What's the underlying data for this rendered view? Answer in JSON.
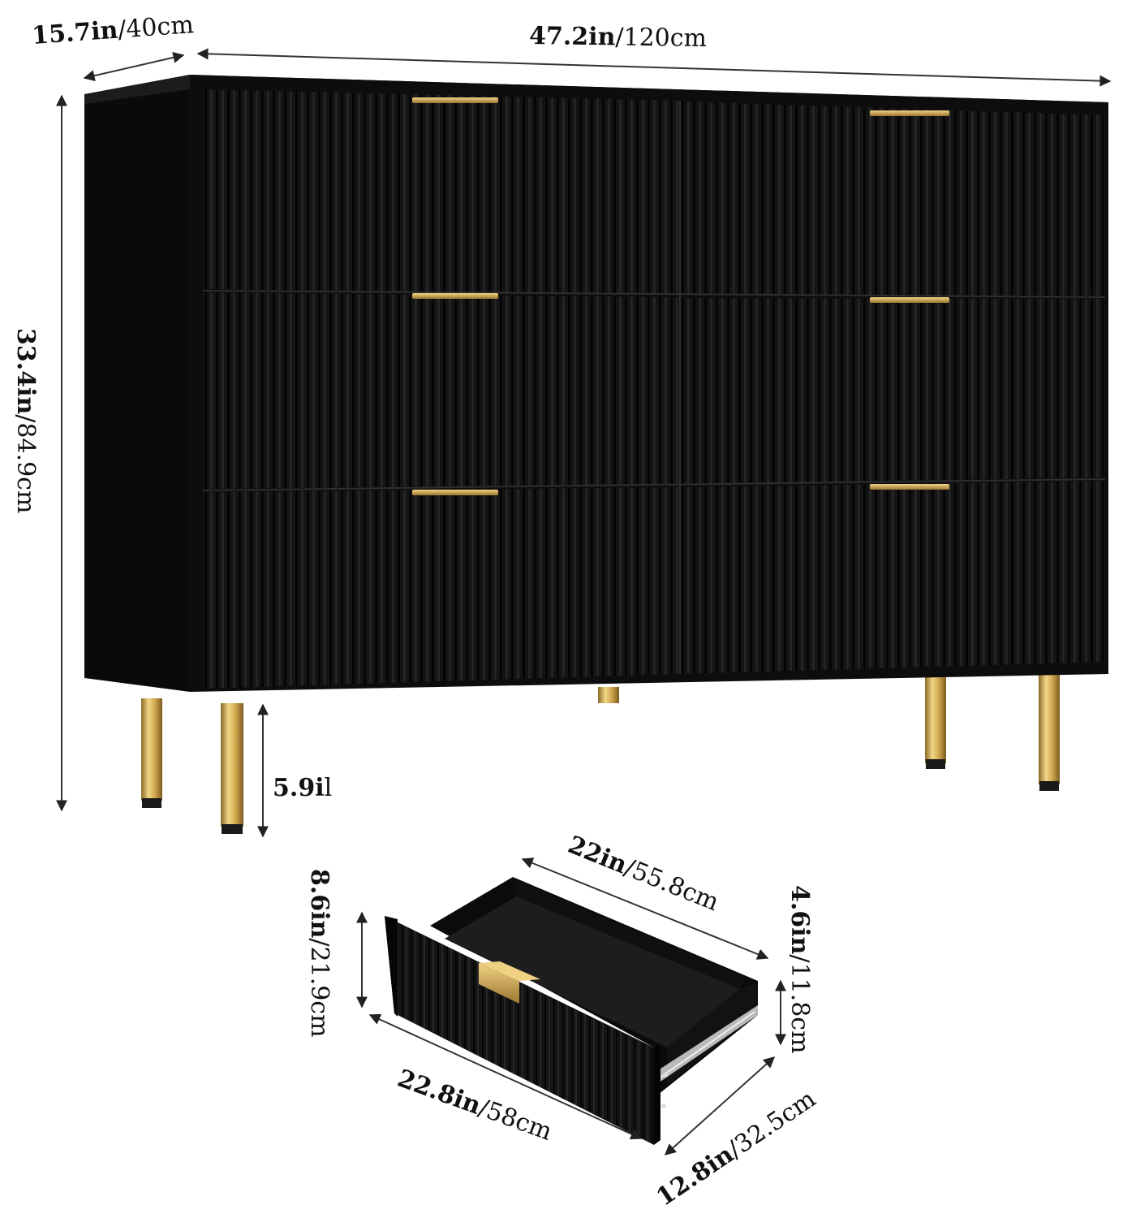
{
  "dimensions": {
    "depth": {
      "bold": "15.7in",
      "rest": "/40cm"
    },
    "width": {
      "bold": "47.2in",
      "rest": "/120cm"
    },
    "height": {
      "bold": "33.4in",
      "rest": "/84.9cm"
    },
    "leg_height": {
      "bold": "5.9i",
      "rest": "l"
    },
    "drawer_inner_width": {
      "bold": "22in",
      "rest": "/55.8cm"
    },
    "drawer_front_height": {
      "bold": "8.6in",
      "rest": "/21.9cm"
    },
    "drawer_inner_height": {
      "bold": "4.6in",
      "rest": "/11.8cm"
    },
    "drawer_front_width": {
      "bold": "22.8in",
      "rest": "/58cm"
    },
    "drawer_depth": {
      "bold": "12.8in",
      "rest": "/32.5cm"
    }
  },
  "colors": {
    "body": "#0d0d0d",
    "panel": "#151515",
    "handle": "#c9a24a",
    "leg": "#d4af5a"
  }
}
